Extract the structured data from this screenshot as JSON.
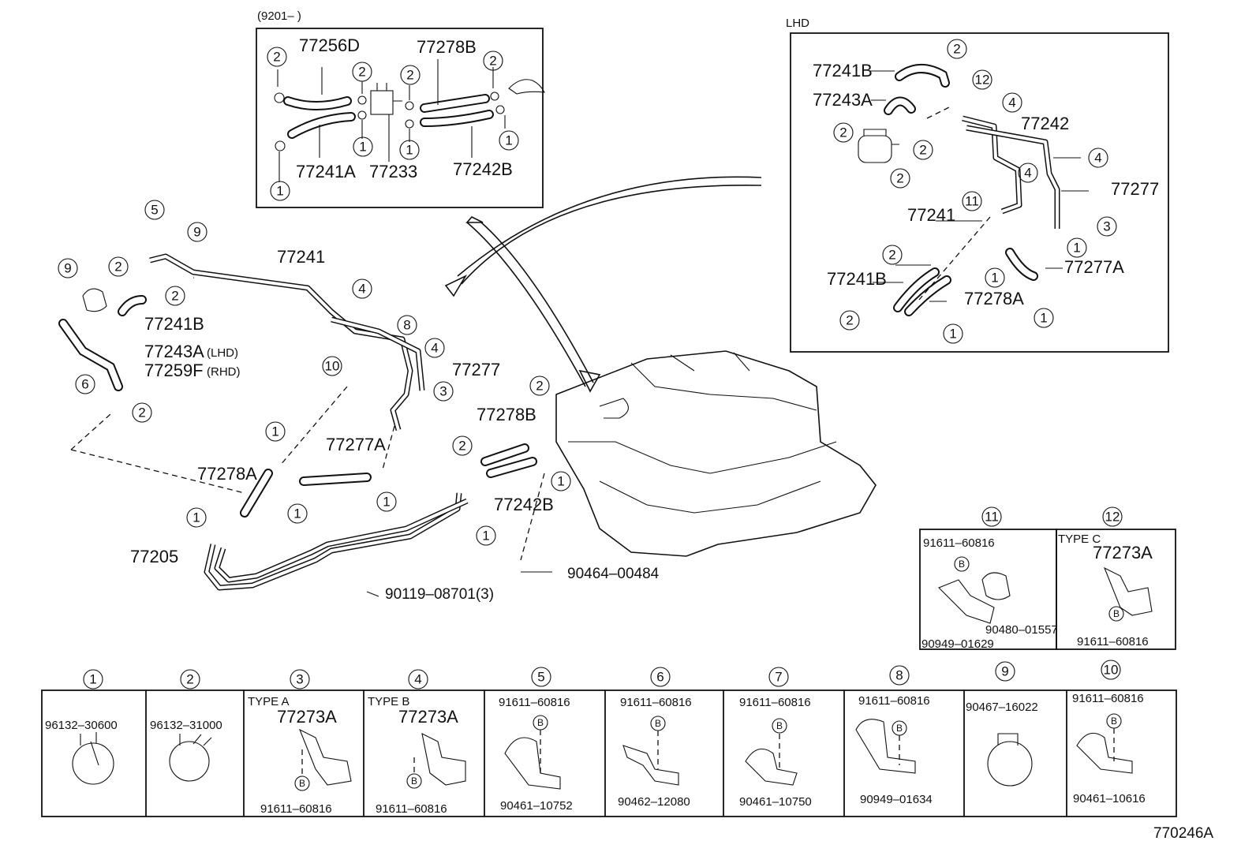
{
  "drawing_code": "770246A",
  "inset_top": {
    "header": "(9201–        )"
  },
  "inset_lhd": {
    "header": "LHD"
  },
  "part_numbers": {
    "p77256D": "77256D",
    "p77278B": "77278B",
    "p77241A": "77241A",
    "p77233": "77233",
    "p77242B": "77242B",
    "p77241B": "77241B",
    "p77243A": "77243A",
    "p77242": "77242",
    "p77277": "77277",
    "p77241": "77241",
    "p77277A": "77277A",
    "p77278A": "77278A",
    "p77259F": "77259F",
    "lhd_tag": "(LHD)",
    "rhd_tag": "(RHD)",
    "p77205": "77205",
    "p90119": "90119–08701(3)",
    "p90464": "90464–00484"
  },
  "callout_numbers": [
    "1",
    "2",
    "3",
    "4",
    "5",
    "6",
    "7",
    "8",
    "9",
    "10",
    "11",
    "12"
  ],
  "legend": [
    {
      "no": "1",
      "type": "",
      "top": "96132–30600",
      "mid": "",
      "bottom": "",
      "bolt": ""
    },
    {
      "no": "2",
      "type": "",
      "top": "96132–31000",
      "mid": "",
      "bottom": "",
      "bolt": ""
    },
    {
      "no": "3",
      "type": "TYPE  A",
      "top": "",
      "mid": "77273A",
      "bottom": "91611–60816",
      "bolt": "B"
    },
    {
      "no": "4",
      "type": "TYPE  B",
      "top": "",
      "mid": "77273A",
      "bottom": "91611–60816",
      "bolt": "B"
    },
    {
      "no": "5",
      "type": "",
      "top": "91611–60816",
      "mid": "",
      "bottom": "90461–10752",
      "bolt": "B"
    },
    {
      "no": "6",
      "type": "",
      "top": "91611–60816",
      "mid": "",
      "bottom": "90462–12080",
      "bolt": "B"
    },
    {
      "no": "7",
      "type": "",
      "top": "91611–60816",
      "mid": "",
      "bottom": "90461–10750",
      "bolt": "B"
    },
    {
      "no": "8",
      "type": "",
      "top": "91611–60816",
      "mid": "",
      "bottom": "90949–01634",
      "bolt": "B"
    },
    {
      "no": "9",
      "type": "",
      "top": "90467–16022",
      "mid": "",
      "bottom": "",
      "bolt": ""
    },
    {
      "no": "10",
      "type": "",
      "top": "91611–60816",
      "mid": "",
      "bottom": "90461–10616",
      "bolt": "B"
    }
  ],
  "box11": {
    "no": "11",
    "top": "91611–60816",
    "right": "90480–01557",
    "bottom": "90949–01629",
    "bolt": "B"
  },
  "box12": {
    "no": "12",
    "type": "TYPE  C",
    "mid": "77273A",
    "bottom": "91611–60816",
    "bolt": "B"
  }
}
